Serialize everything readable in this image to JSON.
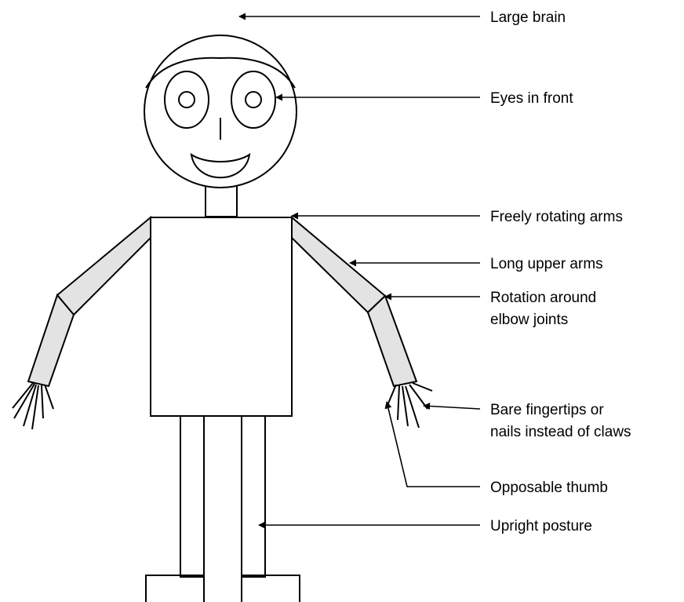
{
  "diagram": {
    "labels": {
      "large_brain": "Large brain",
      "eyes_in_front": "Eyes in front",
      "freely_rotating_arms": "Freely rotating arms",
      "long_upper_arms": "Long upper arms",
      "rotation_elbow_line1": "Rotation around",
      "rotation_elbow_line2": "elbow joints",
      "bare_fingertips_line1": "Bare fingertips or",
      "bare_fingertips_line2": "nails instead of claws",
      "opposable_thumb": "Opposable thumb",
      "upright_posture": "Upright posture"
    }
  }
}
